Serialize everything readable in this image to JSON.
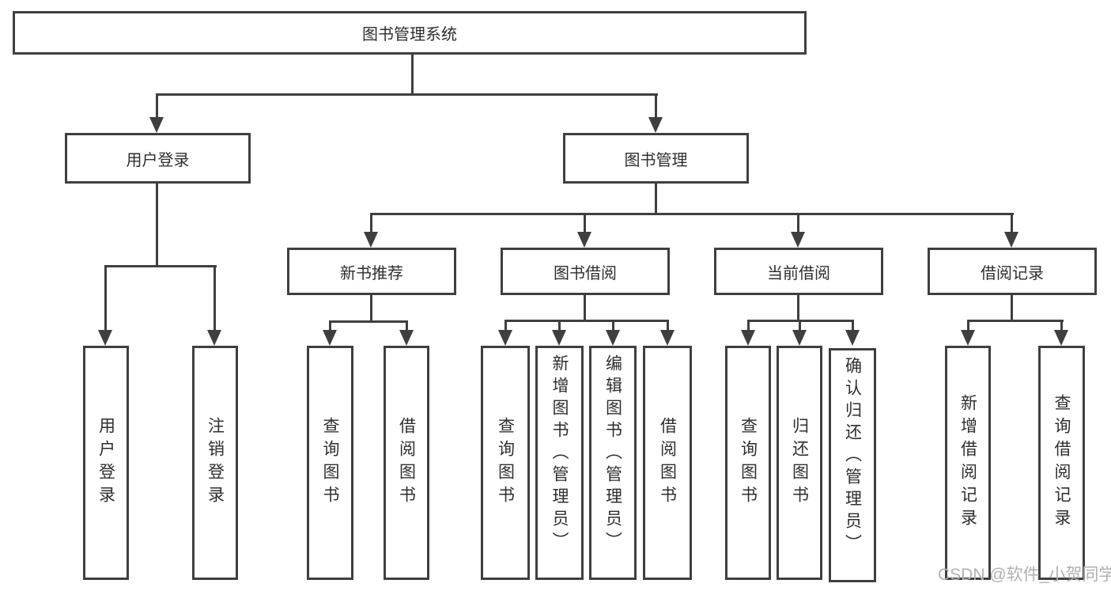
{
  "diagram": {
    "tree": {
      "root": {
        "label": "图书管理系统"
      },
      "branches": [
        {
          "label": "用户登录",
          "children": [
            {
              "label": "用户登录"
            },
            {
              "label": "注销登录"
            }
          ]
        },
        {
          "label": "图书管理",
          "children": [
            {
              "label": "新书推荐",
              "children": [
                {
                  "label": "查询图书"
                },
                {
                  "label": "借阅图书"
                }
              ]
            },
            {
              "label": "图书借阅",
              "children": [
                {
                  "label": "查询图书"
                },
                {
                  "label": "新增图书（管理员）"
                },
                {
                  "label": "编辑图书（管理员）"
                },
                {
                  "label": "借阅图书"
                }
              ]
            },
            {
              "label": "当前借阅",
              "children": [
                {
                  "label": "查询图书"
                },
                {
                  "label": "归还图书"
                },
                {
                  "label": "确认归还（管理员）"
                }
              ]
            },
            {
              "label": "借阅记录",
              "children": [
                {
                  "label": "新增借阅记录"
                },
                {
                  "label": "查询借阅记录"
                }
              ]
            }
          ]
        }
      ]
    },
    "colors": {
      "line": "#3f3f3f",
      "text": "#2e2e2e",
      "background": "#ffffff",
      "watermark_text": "#b0b0b0"
    }
  },
  "watermark": {
    "text": "CSDN @软件_小贺同学"
  }
}
